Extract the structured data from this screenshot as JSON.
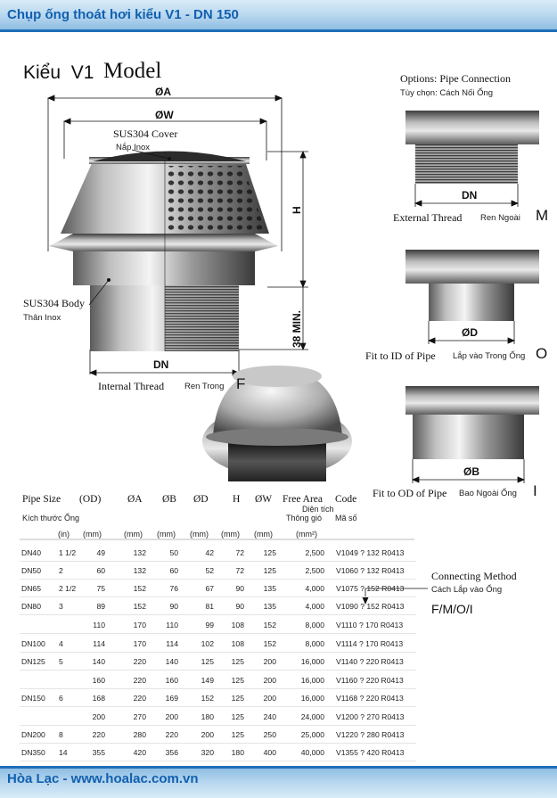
{
  "header": {
    "title": "Chụp ống thoát hơi kiểu V1 - DN 150"
  },
  "footer": {
    "text": "Hòa Lạc - www.hoalac.com.vn"
  },
  "model_title": {
    "kieu": "Kiểu",
    "v1": "V1",
    "model": "Model"
  },
  "main_drawing": {
    "dim_a": "ØA",
    "dim_w": "ØW",
    "dim_h": "H",
    "dim_38": "38 MIN.",
    "dim_dn": "DN",
    "cover_en": "SUS304 Cover",
    "cover_vi": "Nắp Inox",
    "body_en": "SUS304 Body",
    "body_vi": "Thân Inox",
    "internal_en": "Internal Thread",
    "internal_vi": "Ren Trong",
    "letter_f": "F"
  },
  "options": {
    "title_en": "Options: Pipe Connection",
    "title_vi": "Tùy chọn: Cách Nối Ống",
    "external": {
      "dim": "DN",
      "en": "External Thread",
      "vi": "Ren Ngoài",
      "letter": "M"
    },
    "fit_id": {
      "dim": "ØD",
      "en": "Fit to ID of Pipe",
      "vi": "Lắp vào Trong Ống",
      "letter": "O"
    },
    "fit_od": {
      "dim": "ØB",
      "en": "Fit to OD of Pipe",
      "vi": "Bao Ngoài Ống",
      "letter": "I"
    }
  },
  "connecting": {
    "en": "Connecting Method",
    "vi": "Cách Lắp vào Ống",
    "codes": "F/M/O/I"
  },
  "table": {
    "headers": {
      "pipe_size": "Pipe Size",
      "od": "(OD)",
      "a": "ØA",
      "b": "ØB",
      "d": "ØD",
      "h": "H",
      "w": "ØW",
      "free_area": "Free Area",
      "code": "Code"
    },
    "sub_headers": {
      "pipe_size_vi": "Kích thước Ống",
      "free_area_vi1": "Diện tích",
      "free_area_vi2": "Thông gió",
      "code_vi": "Mã số"
    },
    "units": {
      "in": "(in)",
      "mm_od": "(mm)",
      "mm_a": "(mm)",
      "mm_b": "(mm)",
      "mm_d": "(mm)",
      "mm_h": "(mm)",
      "mm_w": "(mm)",
      "mm2": "(mm²)"
    },
    "rows": [
      {
        "size": "DN40",
        "in": "1 1/2",
        "od": "49",
        "a": "132",
        "b": "50",
        "d": "42",
        "h": "72",
        "w": "125",
        "fa": "2,500",
        "code": "V1049 ?  132 R0413"
      },
      {
        "size": "DN50",
        "in": "2",
        "od": "60",
        "a": "132",
        "b": "60",
        "d": "52",
        "h": "72",
        "w": "125",
        "fa": "2,500",
        "code": "V1060 ?  132 R0413"
      },
      {
        "size": "DN65",
        "in": "2 1/2",
        "od": "75",
        "a": "152",
        "b": "76",
        "d": "67",
        "h": "90",
        "w": "135",
        "fa": "4,000",
        "code": "V1075 ?  152 R0413"
      },
      {
        "size": "DN80",
        "in": "3",
        "od": "89",
        "a": "152",
        "b": "90",
        "d": "81",
        "h": "90",
        "w": "135",
        "fa": "4,000",
        "code": "V1090 ?  152 R0413"
      },
      {
        "size": "",
        "in": "",
        "od": "110",
        "a": "170",
        "b": "110",
        "d": "99",
        "h": "108",
        "w": "152",
        "fa": "8,000",
        "code": "V1110 ?  170 R0413"
      },
      {
        "size": "DN100",
        "in": "4",
        "od": "114",
        "a": "170",
        "b": "114",
        "d": "102",
        "h": "108",
        "w": "152",
        "fa": "8,000",
        "code": "V1114 ?  170 R0413"
      },
      {
        "size": "DN125",
        "in": "5",
        "od": "140",
        "a": "220",
        "b": "140",
        "d": "125",
        "h": "125",
        "w": "200",
        "fa": "16,000",
        "code": "V1140 ?  220 R0413"
      },
      {
        "size": "",
        "in": "",
        "od": "160",
        "a": "220",
        "b": "160",
        "d": "149",
        "h": "125",
        "w": "200",
        "fa": "16,000",
        "code": "V1160 ?  220 R0413"
      },
      {
        "size": "DN150",
        "in": "6",
        "od": "168",
        "a": "220",
        "b": "169",
        "d": "152",
        "h": "125",
        "w": "200",
        "fa": "16,000",
        "code": "V1168 ?  220 R0413"
      },
      {
        "size": "",
        "in": "",
        "od": "200",
        "a": "270",
        "b": "200",
        "d": "180",
        "h": "125",
        "w": "240",
        "fa": "24,000",
        "code": "V1200 ?  270 R0413"
      },
      {
        "size": "DN200",
        "in": "8",
        "od": "220",
        "a": "280",
        "b": "220",
        "d": "200",
        "h": "125",
        "w": "250",
        "fa": "25,000",
        "code": "V1220 ?  280 R0413"
      },
      {
        "size": "DN350",
        "in": "14",
        "od": "355",
        "a": "420",
        "b": "356",
        "d": "320",
        "h": "180",
        "w": "400",
        "fa": "40,000",
        "code": "V1355 ?  420 R0413"
      }
    ]
  }
}
